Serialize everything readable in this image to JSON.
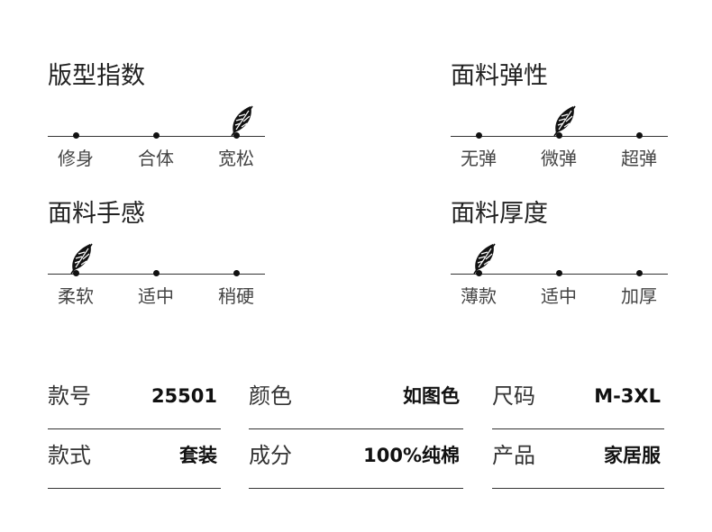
{
  "scales": [
    {
      "title": "版型指数",
      "labels": [
        "修身",
        "合体",
        "宽松"
      ],
      "selected_index": 2
    },
    {
      "title": "面料弹性",
      "labels": [
        "无弹",
        "微弹",
        "超弹"
      ],
      "selected_index": 1
    },
    {
      "title": "面料手感",
      "labels": [
        "柔软",
        "适中",
        "稍硬"
      ],
      "selected_index": 0
    },
    {
      "title": "面料厚度",
      "labels": [
        "薄款",
        "适中",
        "加厚"
      ],
      "selected_index": 0
    }
  ],
  "specs": [
    {
      "key": "款号",
      "value": "25501"
    },
    {
      "key": "颜色",
      "value": "如图色"
    },
    {
      "key": "尺码",
      "value": "M-3XL"
    },
    {
      "key": "款式",
      "value": "套装"
    },
    {
      "key": "成分",
      "value": "100%纯棉"
    },
    {
      "key": "产品",
      "value": "家居服"
    }
  ],
  "icons": {
    "marker": "feather-icon"
  }
}
